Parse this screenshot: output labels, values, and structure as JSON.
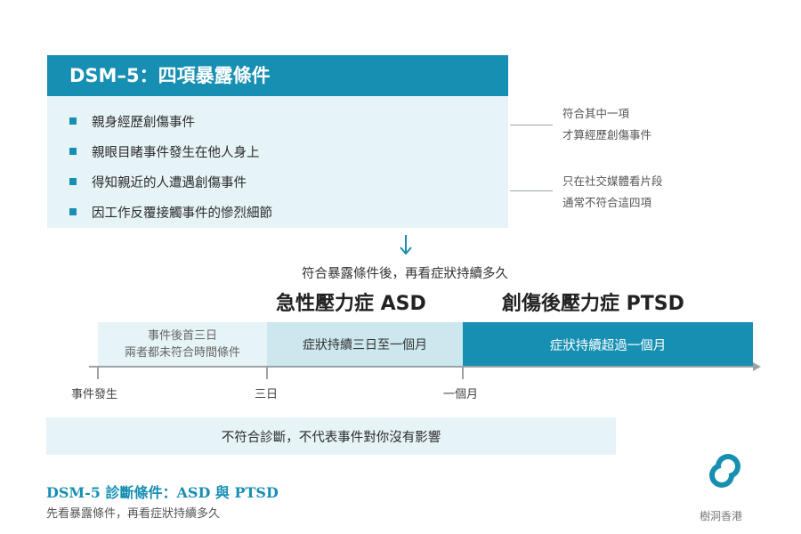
{
  "exposure": {
    "title": "DSM–5：四項暴露條件",
    "items": [
      "親身經歷創傷事件",
      "親眼目睹事件發生在他人身上",
      "得知親近的人遭遇創傷事件",
      "因工作反覆接觸事件的慘烈細節"
    ]
  },
  "side_notes": [
    {
      "line1": "符合其中一項",
      "line2": "才算經歷創傷事件"
    },
    {
      "line1": "只在社交媒體看片段",
      "line2": "通常不符合這四項"
    }
  ],
  "flow": {
    "mid_text": "符合暴露條件後，再看症狀持續多久",
    "asd_title": "急性壓力症 ASD",
    "ptsd_title": "創傷後壓力症 PTSD"
  },
  "timeline": {
    "segment1_line1": "事件後首三日",
    "segment1_line2": "兩者都未符合時間條件",
    "segment2": "症狀持續三日至一個月",
    "segment3": "症狀持續超過一個月",
    "ticks": [
      "事件發生",
      "三日",
      "一個月"
    ]
  },
  "note_bar": "不符合診斷，不代表事件對你沒有影響",
  "footer": {
    "title": "DSM-5 診斷條件：ASD 與 PTSD",
    "subtitle": "先看暴露條件，再看症狀持續多久",
    "brand": "樹洞香港"
  },
  "colors": {
    "accent": "#168fb2",
    "light": "#e6f3f7",
    "mid": "#cde7ef"
  }
}
